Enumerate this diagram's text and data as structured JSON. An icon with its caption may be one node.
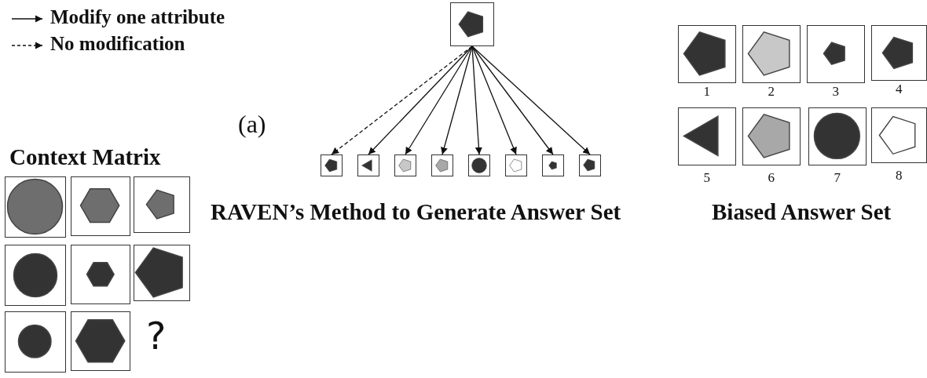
{
  "diagram": {
    "nodes": [
      {
        "text": [],
        "shape": "box"
      },
      {
        "text": [],
        "shape": "box"
      },
      {
        "text": [],
        "shape": "box"
      },
      {
        "text": [],
        "shape": "box"
      },
      {
        "text": [],
        "shape": "box"
      },
      {
        "text": [],
        "shape": "box"
      },
      {
        "text": [],
        "shape": "box"
      },
      {
        "text": [],
        "shape": "box"
      },
      {
        "text": [],
        "shape": "box"
      },
      {
        "text": [],
        "shape": "box",
        "beside": [
          "1"
        ]
      },
      {
        "text": [],
        "shape": "box",
        "beside": [
          "2"
        ]
      },
      {
        "text": [],
        "shape": "box",
        "beside": [
          "3"
        ]
      },
      {
        "text": [],
        "shape": "box",
        "beside": [
          "4"
        ]
      },
      {
        "text": [],
        "shape": "box",
        "beside": [
          "5"
        ]
      },
      {
        "text": [],
        "shape": "box",
        "beside": [
          "6"
        ]
      },
      {
        "text": [],
        "shape": "box",
        "beside": [
          "7"
        ]
      },
      {
        "text": [],
        "shape": "box",
        "beside": [
          "8"
        ]
      },
      {
        "text": [],
        "shape": "box"
      },
      {
        "text": [],
        "shape": "box"
      },
      {
        "text": [],
        "shape": "box"
      },
      {
        "text": [],
        "shape": "box"
      },
      {
        "text": [],
        "shape": "box"
      },
      {
        "text": [],
        "shape": "box"
      },
      {
        "text": [],
        "shape": "box"
      },
      {
        "text": [],
        "shape": "box"
      }
    ],
    "edges": [
      {
        "from": 0,
        "to": 1,
        "arrow": "to",
        "style": "dashed"
      },
      {
        "from": 0,
        "to": 2,
        "arrow": "to"
      },
      {
        "from": 0,
        "to": 3,
        "arrow": "to"
      },
      {
        "from": 0,
        "to": 4,
        "arrow": "to"
      },
      {
        "from": 0,
        "to": 5,
        "arrow": "to"
      },
      {
        "from": 0,
        "to": 6,
        "arrow": "to"
      },
      {
        "from": 0,
        "to": 7,
        "arrow": "to"
      },
      {
        "from": 0,
        "to": 8,
        "arrow": "to"
      }
    ],
    "labels": [
      "(a)",
      "Context Matrix",
      "RAVEN’s Method to Generate Answer Set",
      "Biased Answer Set",
      "?"
    ],
    "legend": [
      {
        "text": "Modify one attribute"
      },
      {
        "text": "No modification"
      }
    ]
  }
}
